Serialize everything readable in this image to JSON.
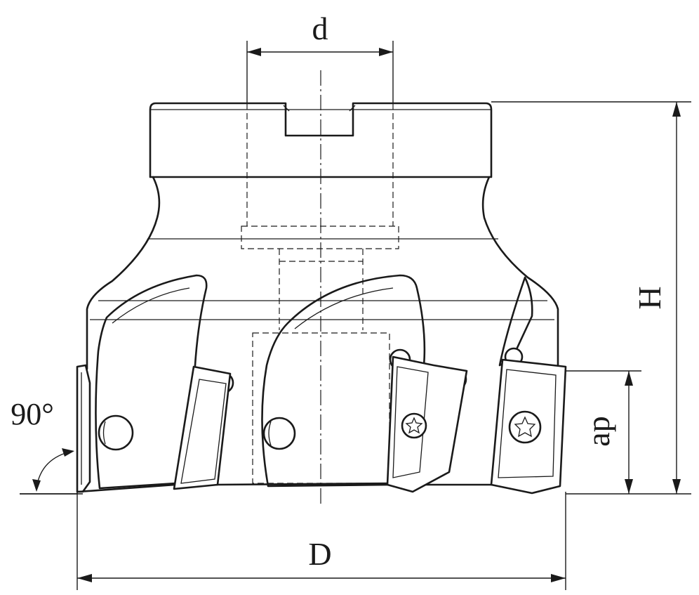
{
  "labels": {
    "d": "d",
    "H": "H",
    "D": "D",
    "ap": "ap",
    "angle": "90°"
  },
  "colors": {
    "line": "#1a1a1a",
    "background": "#ffffff"
  }
}
